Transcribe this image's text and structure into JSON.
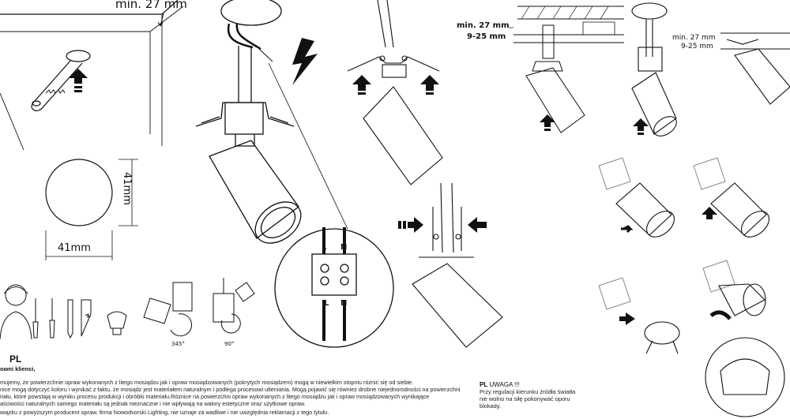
{
  "labels": {
    "min27_top": "min. 27 mm",
    "dim_vertical": "41mm",
    "dim_horizontal": "41mm",
    "angle_345": "345°",
    "angle_90": "90°",
    "terminal_L_top": "L",
    "terminal_N_top": "N",
    "terminal_L_bottom": "L",
    "terminal_N_bottom": "N",
    "mid_min27": "min. 27 mm",
    "mid_range": "9-25 mm",
    "right_min27": "min. 27 mm",
    "right_range": "9-25 mm"
  },
  "left_text": {
    "lang": "PL",
    "greeting": "owni klienci,",
    "lines": [
      "mujemy, że powierzchnie opraw wykonanych z litego mosiądzu jak i opraw mosiądzowanych (pokrytych mosiądzem) mogą w niewielkim stopniu różnić się od siebie.",
      "nice mogą dotyczyć koloru i wynikać z faktu, że mosiądz jest materiałem naturalnym i podlega procesowi utleniania. Mogą pojawić się również drobne niejednorodności na powierzchni",
      "riału, które powstają w wyniku procesu produkcji i obróbki materiału.Różnice na powierzchni opraw wykonanych z litego mosiądzu jak i opraw mosiądzowanych wynikające",
      "aściwości naturalnych samego materiału są jednak nieznaczne i nie wpływają na walory estetyczne oraz użytkowe opraw.",
      "wiązku z powyższym producent opraw, firma Nowodvorski Lighting, nie uznaje za wadliwe i nie uwzględnia reklamacji z tego tytułu."
    ]
  },
  "warning": {
    "lang": "PL",
    "title": "UWAGA !!!",
    "lines": [
      "Przy regulacji kierunku źródła światła",
      "nie wolno na siłę pokonywać oporu",
      "blokady."
    ]
  }
}
